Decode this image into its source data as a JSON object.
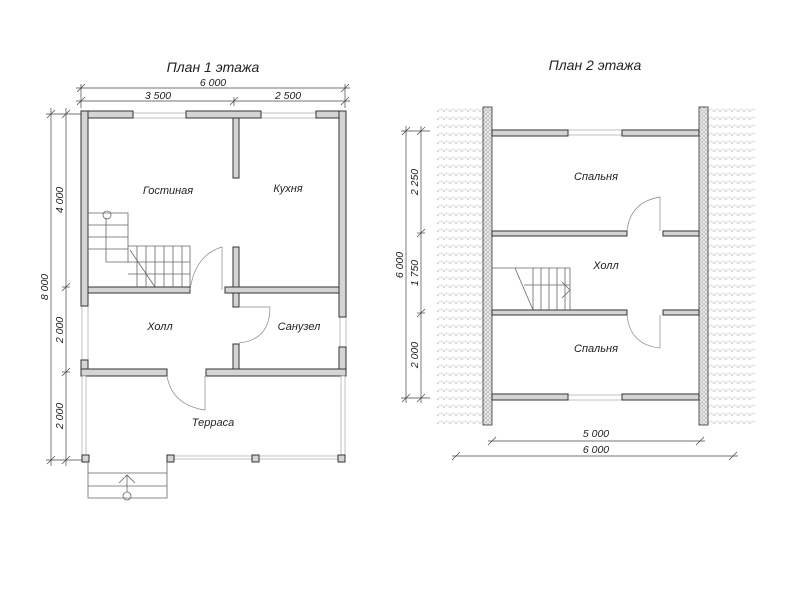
{
  "plan1": {
    "title": "План 1 этажа",
    "rooms": {
      "living": "Гостиная",
      "kitchen": "Кухня",
      "hall": "Холл",
      "bathroom": "Санузел",
      "terrace": "Терраса"
    },
    "dims": {
      "total_width": "6 000",
      "width_left": "3 500",
      "width_right": "2 500",
      "total_depth": "8 000",
      "depth_1": "4 000",
      "depth_2": "2 000",
      "depth_3": "2 000"
    }
  },
  "plan2": {
    "title": "План 2 этажа",
    "rooms": {
      "bedroom_top": "Спальня",
      "hall": "Холл",
      "bedroom_bottom": "Спальня"
    },
    "dims": {
      "total_depth": "6 000",
      "depth_1": "2 250",
      "depth_2": "1 750",
      "depth_3": "2 000",
      "inner_width": "5 000",
      "total_width": "6 000"
    }
  }
}
